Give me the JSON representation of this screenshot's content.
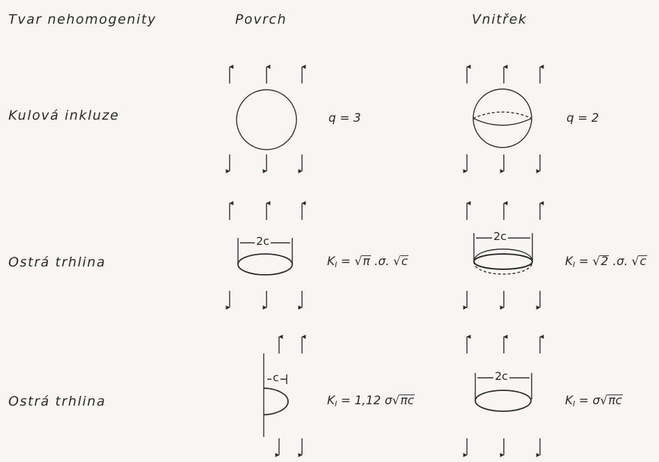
{
  "headers": {
    "shape": "Tvar nehomogenity",
    "surface": "Povrch",
    "interior": "Vnitřek"
  },
  "rows": [
    {
      "label": "Kulová inkluze",
      "surface_formula": "q = 3",
      "interior_formula": "q = 2"
    },
    {
      "label": "Ostrá trhlina",
      "surface_dim": "2c",
      "interior_dim": "2c",
      "surface_formula": {
        "lhs": "K",
        "sub": "I",
        "mid": " = ",
        "r1": "π",
        "dot1": " .σ. ",
        "r2": "c"
      },
      "interior_formula": {
        "lhs": "K",
        "sub": "I",
        "mid": " = ",
        "r1": "2",
        "dot1": " .σ. ",
        "r2": "c"
      }
    },
    {
      "label": "Ostrá trhlina",
      "surface_dim": "c",
      "interior_dim": "2c",
      "surface_formula": {
        "lhs": "K",
        "sub": "I",
        "mid": " = 1,12 σ",
        "r1": "πc"
      },
      "interior_formula": {
        "lhs": "K",
        "sub": "I",
        "mid": " = σ",
        "r1": "πc"
      }
    }
  ]
}
